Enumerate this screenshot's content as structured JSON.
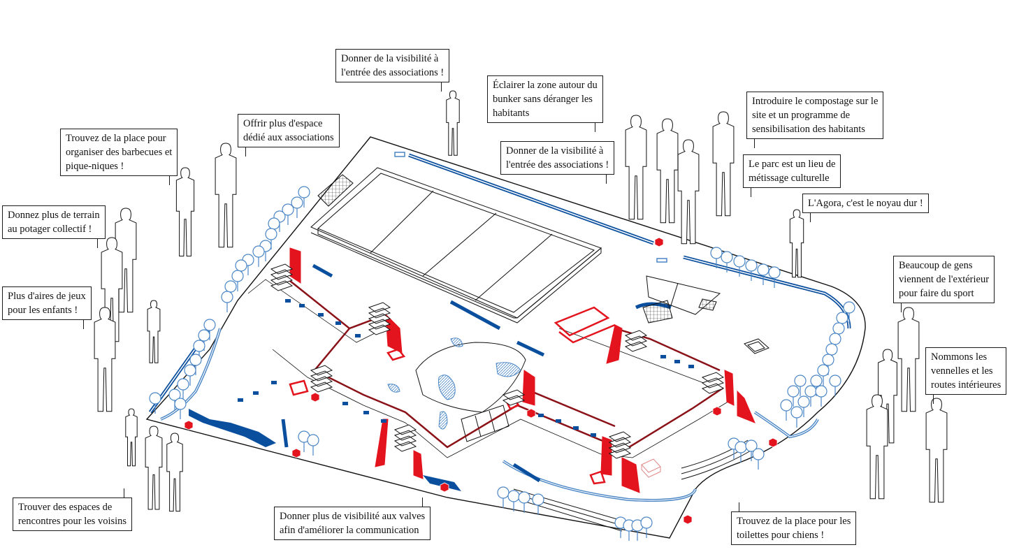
{
  "colors": {
    "line": "#111111",
    "blue": "#0a4f9e",
    "light_blue": "#4a86c6",
    "red": "#e3141e",
    "dark_red": "#8b1218"
  },
  "icons": [
    "person-silhouette-icon",
    "tree-icon",
    "bench-icon",
    "red-cube-icon"
  ],
  "comments": [
    {
      "lines": [
        "Donner de la visibilité à",
        "l'entrée des associations !"
      ]
    },
    {
      "lines": [
        "Éclairer la zone autour du",
        "bunker sans déranger les",
        "habitants"
      ]
    },
    {
      "lines": [
        "Introduire le compostage sur le",
        "site et un programme de",
        "sensibilisation des habitants"
      ]
    },
    {
      "lines": [
        "Offrir plus d'espace",
        "dédié aux associations"
      ]
    },
    {
      "lines": [
        "Trouvez de la place pour",
        "organiser des barbecues et",
        "pique-niques !"
      ]
    },
    {
      "lines": [
        "Donner de la visibilité à",
        "l'entrée des associations !"
      ]
    },
    {
      "lines": [
        "Le parc est un lieu de",
        "métissage culturelle"
      ]
    },
    {
      "lines": [
        "L'Agora, c'est le noyau dur !"
      ]
    },
    {
      "lines": [
        "Donnez plus de terrain",
        "au potager collectif !"
      ]
    },
    {
      "lines": [
        "Plus d'aires de jeux",
        "pour les enfants !"
      ]
    },
    {
      "lines": [
        "Beaucoup de gens",
        "viennent de l'extérieur",
        "pour faire du sport"
      ]
    },
    {
      "lines": [
        "Nommons les",
        "vennelles et les",
        "routes intérieures"
      ]
    },
    {
      "lines": [
        "Trouver des espaces de",
        "rencontres pour les voisins"
      ]
    },
    {
      "lines": [
        "Donner plus de visibilité aux valves",
        "afin d'améliorer la communication"
      ]
    },
    {
      "lines": [
        "Trouvez de la place pour les",
        "toilettes pour chiens !"
      ]
    }
  ]
}
